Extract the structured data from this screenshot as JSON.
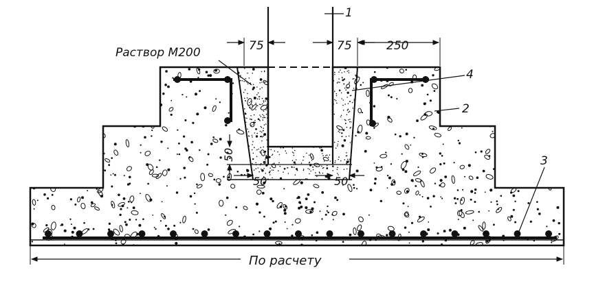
{
  "labels": {
    "mortar": "Раствор М200",
    "calc": "По расчету",
    "dim_75_left": "75",
    "dim_75_right": "75",
    "dim_250": "250",
    "dim_50_vertical": "50",
    "dim_50_left": "50",
    "dim_50_right": "50",
    "callout_1": "1",
    "callout_2": "2",
    "callout_3": "3",
    "callout_4": "4"
  },
  "colors": {
    "ink": "#111111",
    "paper": "#ffffff"
  }
}
